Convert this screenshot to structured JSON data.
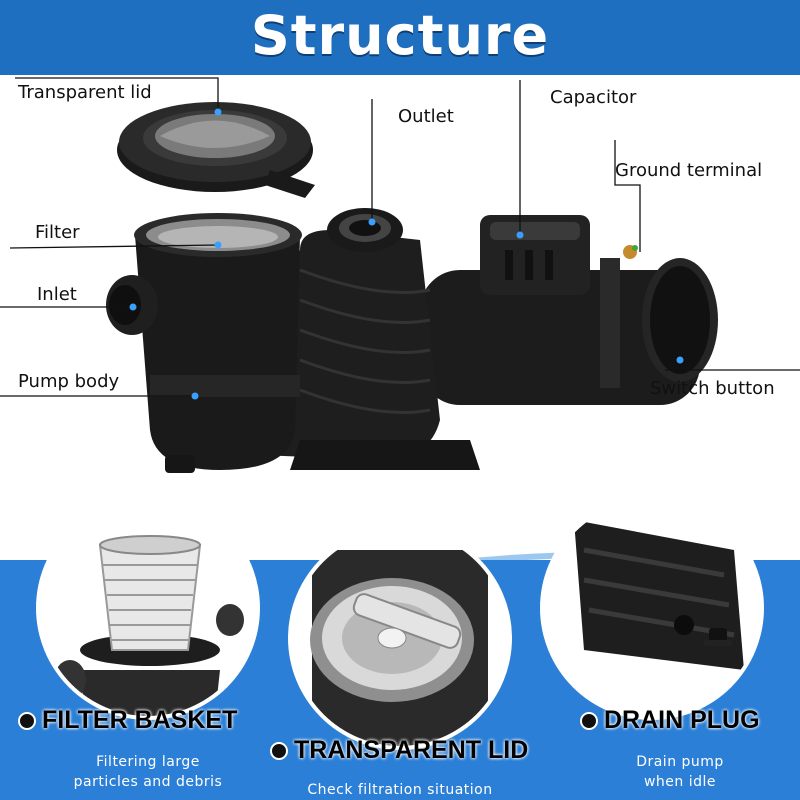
{
  "header": {
    "title": "Structure"
  },
  "callouts": {
    "transparent_lid": "Transparent lid",
    "outlet": "Outlet",
    "capacitor": "Capacitor",
    "ground_terminal": "Ground terminal",
    "filter": "Filter",
    "inlet": "Inlet",
    "pump_body": "Pump body",
    "switch_button": "Switch button"
  },
  "features": [
    {
      "title": "FILTER BASKET",
      "description_lines": [
        "Filtering large",
        "particles and debris"
      ]
    },
    {
      "title": "TRANSPARENT LID",
      "description_lines": [
        "Check filtration situation"
      ]
    },
    {
      "title": "DRAIN PLUG",
      "description_lines": [
        "Drain pump",
        "when idle"
      ]
    }
  ],
  "colors": {
    "banner": "#1f6fc0",
    "lower_panel": "#2b7fd6",
    "product": "#1b1b1b"
  }
}
